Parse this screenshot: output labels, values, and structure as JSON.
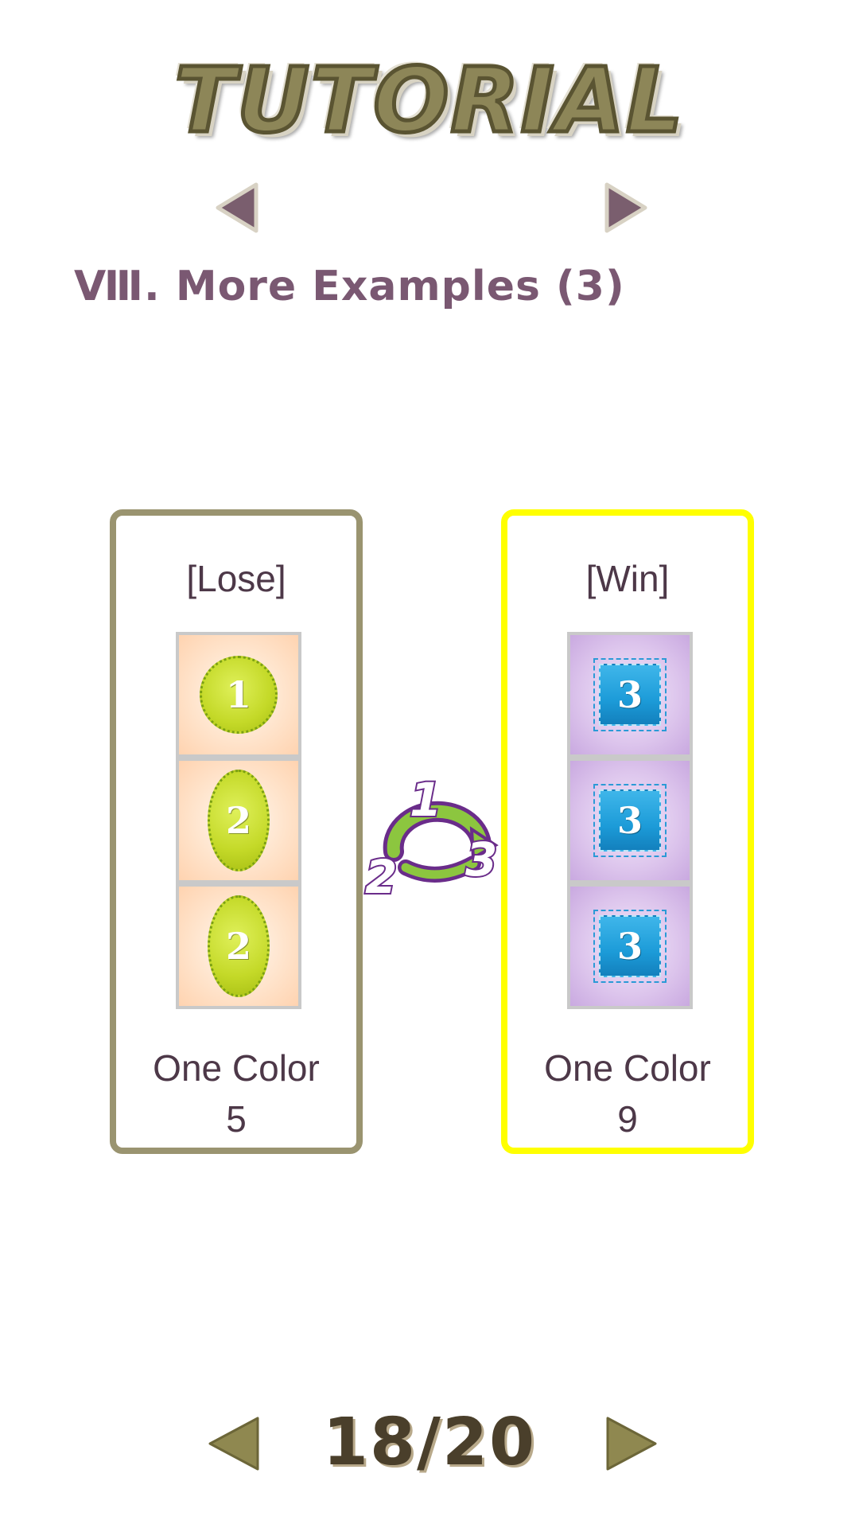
{
  "header": {
    "title": "TUTORIAL"
  },
  "section": {
    "title": "Ⅷ. More Examples (3)"
  },
  "panels": {
    "lose": {
      "label": "[Lose]",
      "tiles": [
        "1",
        "2",
        "2"
      ],
      "caption_line1": "One Color",
      "caption_line2": "5",
      "border_color": "#9a9470"
    },
    "win": {
      "label": "[Win]",
      "tiles": [
        "3",
        "3",
        "3"
      ],
      "caption_line1": "One Color",
      "caption_line2": "9",
      "border_color": "#ffff00"
    }
  },
  "swap_icon": {
    "digits": [
      "1",
      "2",
      "3"
    ],
    "icon": "cycle-arrows-icon"
  },
  "footer": {
    "page_counter": "18/20"
  },
  "colors": {
    "text": "#4d3848",
    "section_title": "#7a5872",
    "arrow_top": "#7a5e6e",
    "arrow_bottom": "#8f8850"
  }
}
